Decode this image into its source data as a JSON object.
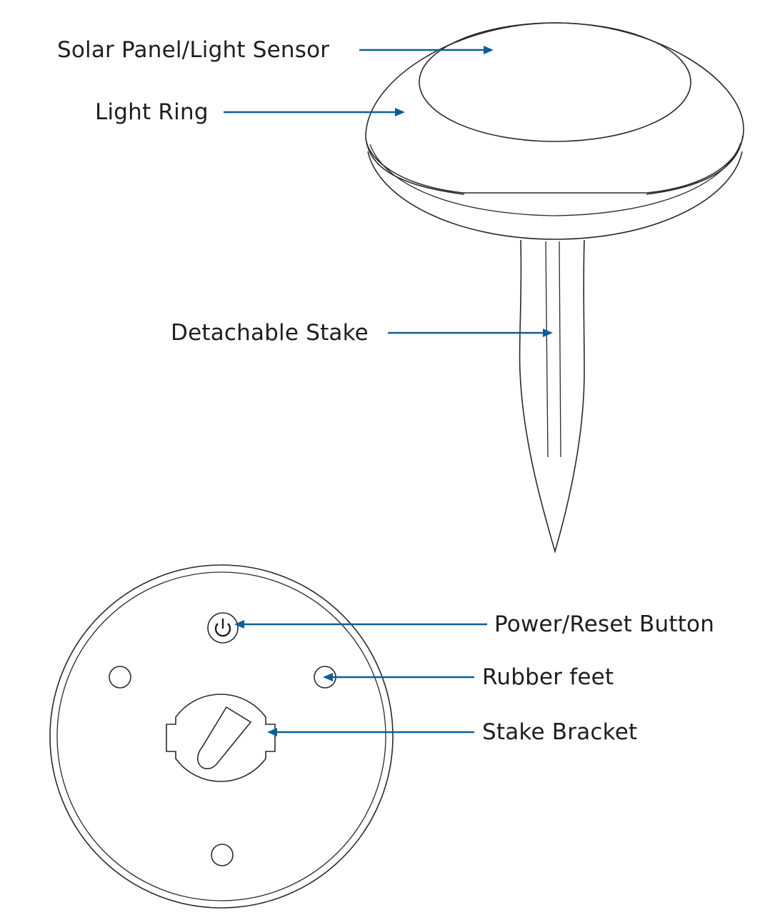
{
  "diagram": {
    "callout_color": "#0b5f98",
    "line_color": "#2a2a2a",
    "side_view": {
      "labels": {
        "solar_panel": "Solar Panel/Light Sensor",
        "light_ring": "Light Ring",
        "stake": "Detachable Stake"
      }
    },
    "bottom_view": {
      "power_icon": "power-icon",
      "labels": {
        "power_button": "Power/Reset Button",
        "rubber_feet": "Rubber feet",
        "stake_bracket": "Stake Bracket"
      }
    }
  }
}
